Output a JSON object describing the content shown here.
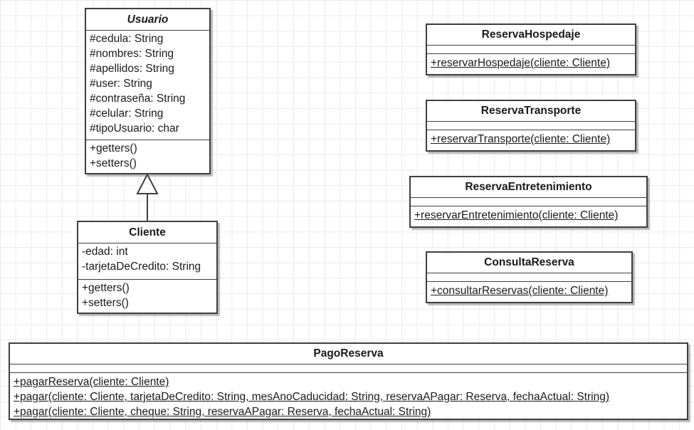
{
  "diagram": {
    "kind": "uml-class-diagram",
    "classes": [
      {
        "name": "Usuario",
        "stereotype": "abstract",
        "attributes": [
          "#cedula: String",
          "#nombres: String",
          "#apellidos: String",
          "#user: String",
          "#contraseña: String",
          "#celular: String",
          "#tipoUsuario: char"
        ],
        "methods": [
          "+getters()",
          "+setters()"
        ]
      },
      {
        "name": "Cliente",
        "attributes": [
          "-edad: int",
          "-tarjetaDeCredito: String"
        ],
        "methods": [
          "+getters()",
          "+setters()"
        ]
      },
      {
        "name": "ReservaHospedaje",
        "attributes": [],
        "methods": [
          "+reservarHospedaje(cliente: Cliente)"
        ]
      },
      {
        "name": "ReservaTransporte",
        "attributes": [],
        "methods": [
          "+reservarTransporte(cliente: Cliente)"
        ]
      },
      {
        "name": "ReservaEntretenimiento",
        "attributes": [],
        "methods": [
          "+reservarEntretenimiento(cliente: Cliente)"
        ]
      },
      {
        "name": "ConsultaReserva",
        "attributes": [],
        "methods": [
          "+consultarReservas(cliente: Cliente)"
        ]
      },
      {
        "name": "PagoReserva",
        "attributes": [],
        "methods": [
          "+pagarReserva(cliente: Cliente)",
          "+pagar(cliente: Cliente, tarjetaDeCredito: String, mesAnoCaducidad: String, reservaAPagar: Reserva, fechaActual: String)",
          "+pagar(cliente: Cliente, cheque: String, reservaAPagar: Reserva, fechaActual: String)"
        ]
      }
    ],
    "relationships": [
      {
        "type": "generalization",
        "from": "Cliente",
        "to": "Usuario"
      }
    ],
    "colors": {
      "box_fill": "#ffffff",
      "box_border": "#3f3f3f",
      "text": "#1a1a1a",
      "grid_line": "#ebebeb",
      "shadow": "rgba(0,0,0,0.27)"
    }
  }
}
